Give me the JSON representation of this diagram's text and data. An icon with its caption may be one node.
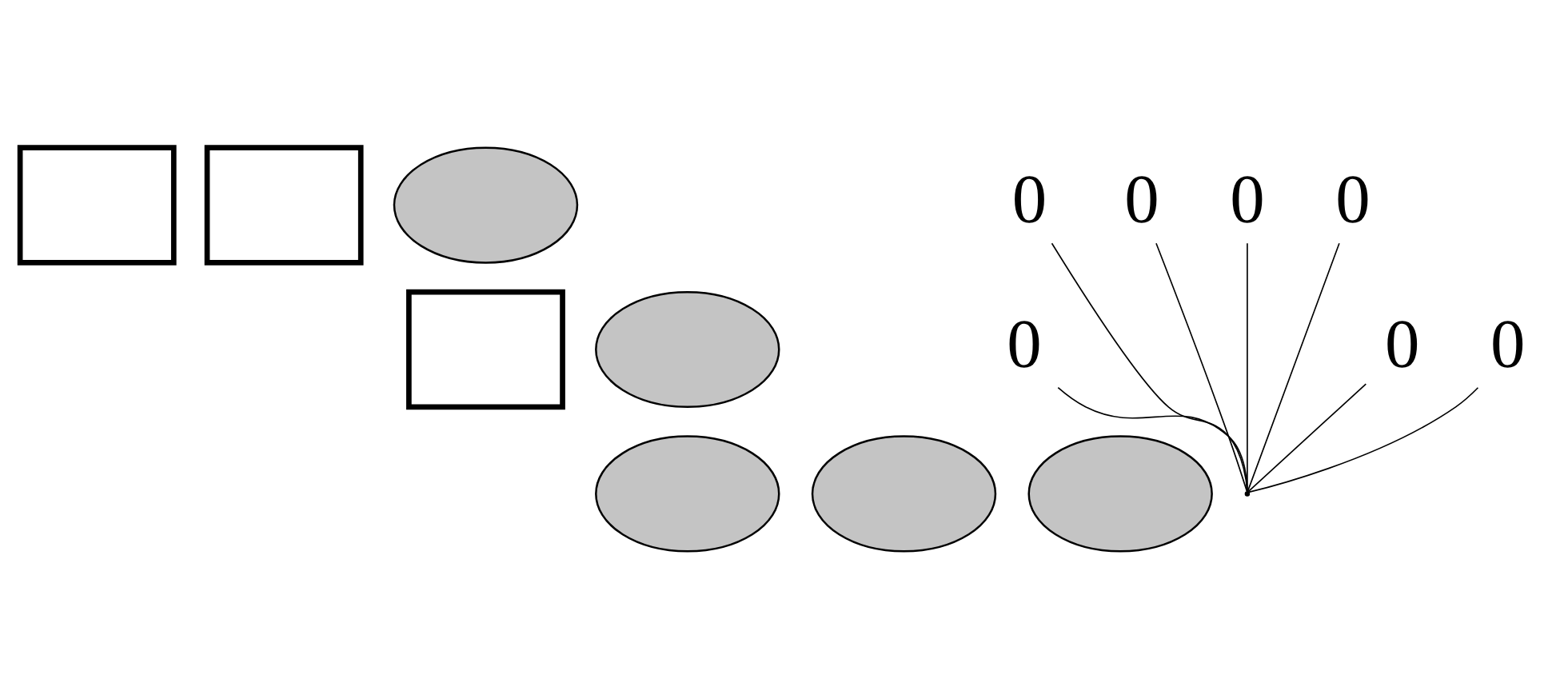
{
  "diagram": {
    "nodes": [
      {
        "text": [],
        "shape": "box"
      },
      {
        "text": [],
        "shape": "box"
      },
      {
        "text": [],
        "shape": "ellipse"
      },
      {
        "text": [],
        "shape": "box"
      },
      {
        "text": [],
        "shape": "ellipse"
      },
      {
        "text": [],
        "shape": "ellipse"
      },
      {
        "text": [],
        "shape": "ellipse"
      },
      {
        "text": [],
        "shape": "ellipse"
      },
      {
        "text": [
          "0"
        ]
      },
      {
        "text": [
          "0"
        ]
      },
      {
        "text": [
          "0"
        ]
      },
      {
        "text": [
          "0"
        ]
      },
      {
        "text": [
          "0"
        ]
      },
      {
        "text": [
          "0"
        ]
      },
      {
        "text": [
          "0"
        ]
      },
      {
        "text": [],
        "shape": "point"
      }
    ],
    "edges": [
      {
        "from": 8,
        "to": 15,
        "arrow": "none"
      },
      {
        "from": 9,
        "to": 15,
        "arrow": "none"
      },
      {
        "from": 10,
        "to": 15,
        "arrow": "none"
      },
      {
        "from": 11,
        "to": 15,
        "arrow": "none"
      },
      {
        "from": 12,
        "to": 15,
        "arrow": "none"
      },
      {
        "from": 13,
        "to": 15,
        "arrow": "none"
      },
      {
        "from": 14,
        "to": 15,
        "arrow": "none"
      }
    ]
  }
}
